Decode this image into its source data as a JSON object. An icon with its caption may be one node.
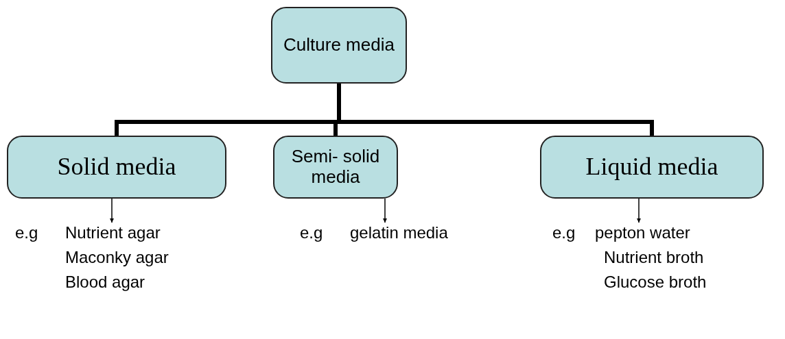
{
  "diagram": {
    "nodes": [
      {
        "text": [
          "Culture media"
        ]
      },
      {
        "text": [
          "Solid media"
        ]
      },
      {
        "text": [
          "Semi- solid media"
        ]
      },
      {
        "text": [
          "Liquid  media"
        ]
      },
      {
        "text": [
          "e.g",
          "Nutrient agar",
          "Maconky agar",
          "Blood agar"
        ]
      },
      {
        "text": [
          "e.g",
          "gelatin  media"
        ]
      },
      {
        "text": [
          "e.g",
          "pepton water",
          "Nutrient broth",
          "Glucose broth"
        ]
      }
    ],
    "edges": [
      {
        "from": 0,
        "to": 1,
        "arrow": "none",
        "style": "thick"
      },
      {
        "from": 0,
        "to": 2,
        "arrow": "none",
        "style": "thick"
      },
      {
        "from": 0,
        "to": 3,
        "arrow": "none",
        "style": "thick"
      },
      {
        "from": 1,
        "to": 4,
        "arrow": "to"
      },
      {
        "from": 2,
        "to": 5,
        "arrow": "to"
      },
      {
        "from": 3,
        "to": 6,
        "arrow": "to"
      }
    ]
  }
}
